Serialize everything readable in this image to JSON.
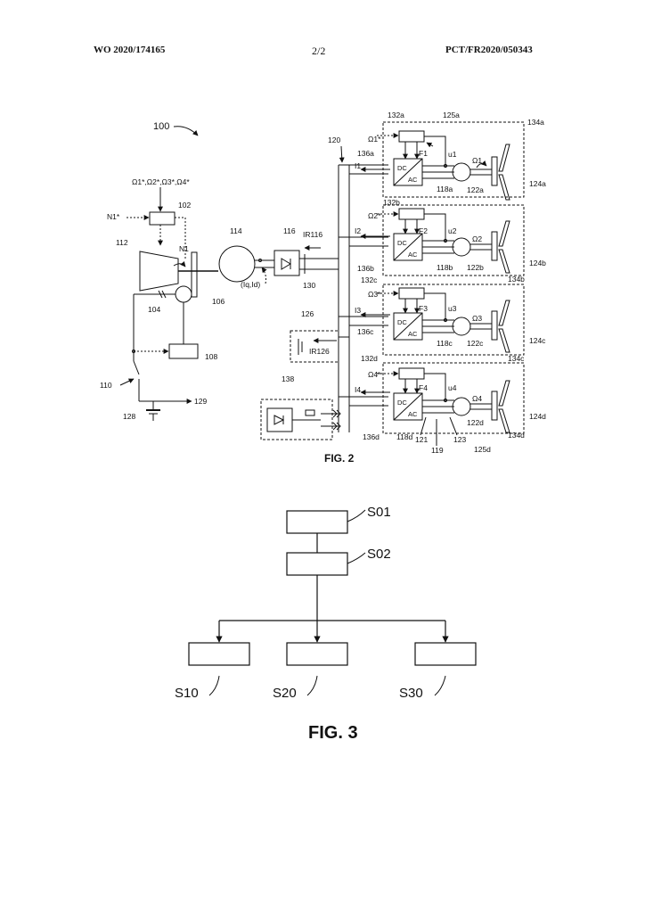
{
  "header": {
    "left": "WO 2020/174165",
    "center": "2/2",
    "right": "PCT/FR2020/050343"
  },
  "fig2": {
    "caption": "FIG. 2",
    "ref_system": "100",
    "setpoints": "Ω1*,Ω2*,Ω3*,Ω4*",
    "n1_star": "N1*",
    "n1": "N1",
    "iq_id": "(Iq,Id)",
    "ir116": "IR116",
    "ir126": "IR126",
    "refs": {
      "r102": "102",
      "r112": "112",
      "r104": "104",
      "r106": "106",
      "r108": "108",
      "r110": "110",
      "r128": "128",
      "r129": "129",
      "r114": "114",
      "r116": "116",
      "r130": "130",
      "r126": "126",
      "r138": "138",
      "r120": "120",
      "r119": "119",
      "r121": "121",
      "r123": "123"
    },
    "channels": [
      {
        "omega_star": "Ω1*",
        "omega": "Ω1",
        "current": "I1",
        "f": "F1",
        "u": "u1",
        "r132": "132a",
        "r125": "125a",
        "r134": "134a",
        "r136": "136a",
        "r118": "118a",
        "r122": "122a",
        "r124": "124a"
      },
      {
        "omega_star": "Ω2*",
        "omega": "Ω2",
        "current": "I2",
        "f": "F2",
        "u": "u2",
        "r132": "132b",
        "r136": "136b",
        "r118": "118b",
        "r122": "122b",
        "r124": "124b",
        "r134": "134b"
      },
      {
        "omega_star": "Ω3*",
        "omega": "Ω3",
        "current": "I3",
        "f": "F3",
        "u": "u3",
        "r132": "132c",
        "r136": "136c",
        "r118": "118c",
        "r122": "122c",
        "r124": "124c",
        "r134": "134c"
      },
      {
        "omega_star": "Ω4*",
        "omega": "Ω4",
        "current": "I4",
        "f": "F4",
        "u": "u4",
        "r132": "132d",
        "r136": "136d",
        "r118": "118d",
        "r122": "122d",
        "r124": "124d",
        "r134": "134d",
        "r125": "125d"
      }
    ],
    "dc": "DC",
    "ac": "AC"
  },
  "fig3": {
    "caption": "FIG. 3",
    "steps": [
      "S01",
      "S02",
      "S10",
      "S20",
      "S30"
    ]
  }
}
